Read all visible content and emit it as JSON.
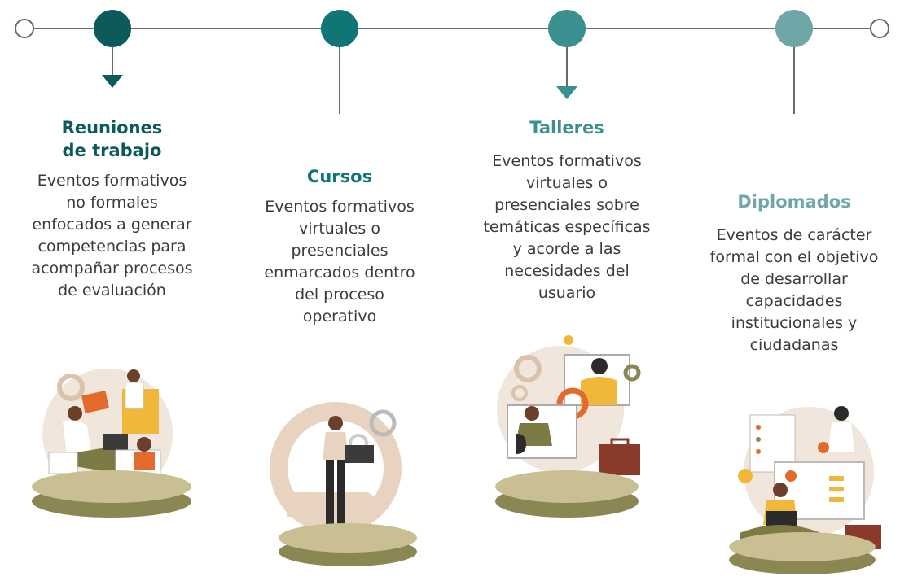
{
  "colors": {
    "line": "#6a6a6a",
    "stage_1": "#0d5a5a",
    "stage_2": "#0f7575",
    "stage_3": "#3a8f8f",
    "stage_4": "#6fa7a9",
    "platform": "#8a8752",
    "platform_top": "#c9bf93",
    "skin": "#6b3f2a",
    "accent_yellow": "#f0b73a",
    "accent_orange": "#e26a2c",
    "beige": "#e8d3c0"
  },
  "stages": [
    {
      "title": "Reuniones\nde trabajo",
      "description": "Eventos formativos\nno formales\nenfocados a generar\ncompetencias para\nacompañar procesos\nde evaluación",
      "illustration": "meeting-people-icon"
    },
    {
      "title": "Cursos",
      "description": "Eventos formativos\nvirtuales o\npresenciales\nenmarcados dentro\ndel proceso\noperativo",
      "illustration": "person-laptop-gears-icon"
    },
    {
      "title": "Talleres",
      "description": "Eventos formativos\nvirtuales o\npresenciales sobre\ntemáticas específicas\ny acorde a las\nnecesidades del\nusuario",
      "illustration": "workshop-video-call-icon"
    },
    {
      "title": "Diplomados",
      "description": "Eventos de carácter\nformal con el objetivo\nde desarrollar\ncapacidades\ninstitucionales y\nciudadanas",
      "illustration": "diploma-dashboard-icon"
    }
  ]
}
